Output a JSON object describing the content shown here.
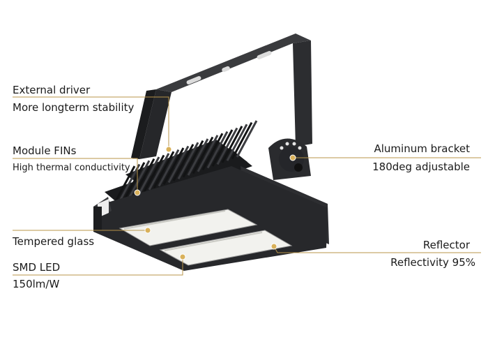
{
  "colors": {
    "leader": "#b8954a",
    "dot": "#d9b15a",
    "housing": "#2a2b2d",
    "housing_dark": "#161718",
    "glass": "#f3f3f1"
  },
  "callouts": {
    "external_driver": {
      "title": "External driver",
      "subtitle": "More longterm stability"
    },
    "module_fins": {
      "title": "Module FINs",
      "subtitle": "High thermal conductivity"
    },
    "tempered_glass": {
      "title": "Tempered glass"
    },
    "smd_led": {
      "title": "SMD LED",
      "subtitle": "150lm/W"
    },
    "aluminum_bracket": {
      "title": "Aluminum bracket",
      "subtitle": "180deg adjustable"
    },
    "reflector": {
      "title": "Reflector",
      "subtitle": "Reflectivity 95%"
    }
  }
}
